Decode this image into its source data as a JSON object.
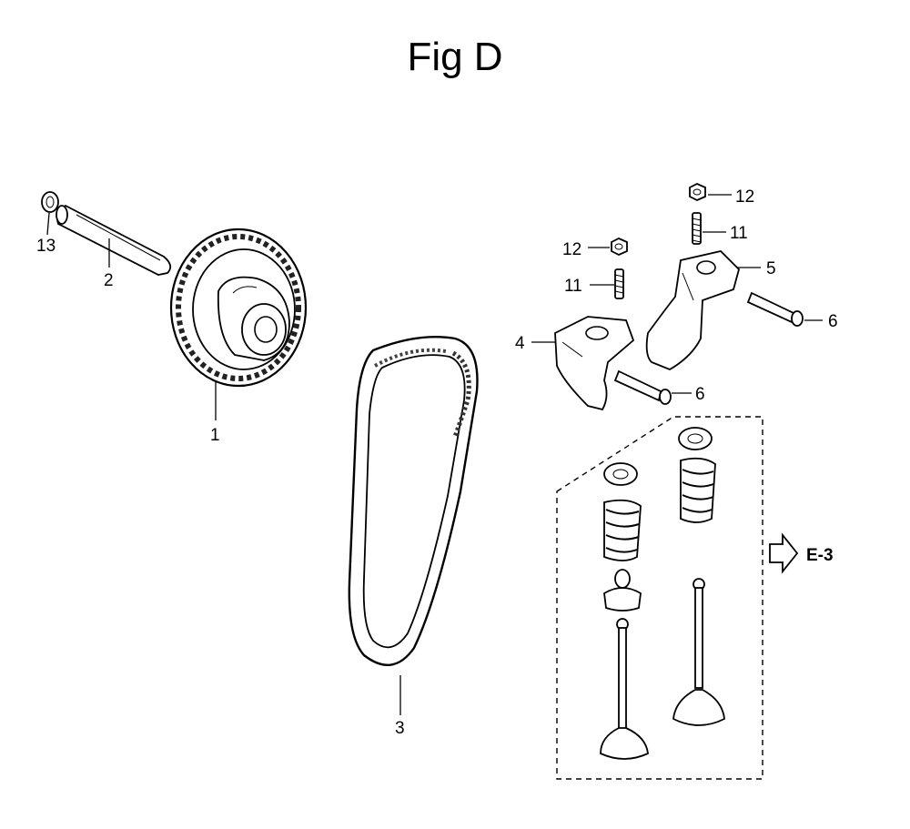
{
  "figure": {
    "title": "Fig D",
    "reference": "E-3",
    "callouts": [
      {
        "id": "c13",
        "text": "13"
      },
      {
        "id": "c2",
        "text": "2"
      },
      {
        "id": "c1",
        "text": "1"
      },
      {
        "id": "c3",
        "text": "3"
      },
      {
        "id": "c12a",
        "text": "12"
      },
      {
        "id": "c11a",
        "text": "11"
      },
      {
        "id": "c12b",
        "text": "12"
      },
      {
        "id": "c11b",
        "text": "11"
      },
      {
        "id": "c5",
        "text": "5"
      },
      {
        "id": "c6a",
        "text": "6"
      },
      {
        "id": "c4",
        "text": "4"
      },
      {
        "id": "c6b",
        "text": "6"
      }
    ]
  }
}
